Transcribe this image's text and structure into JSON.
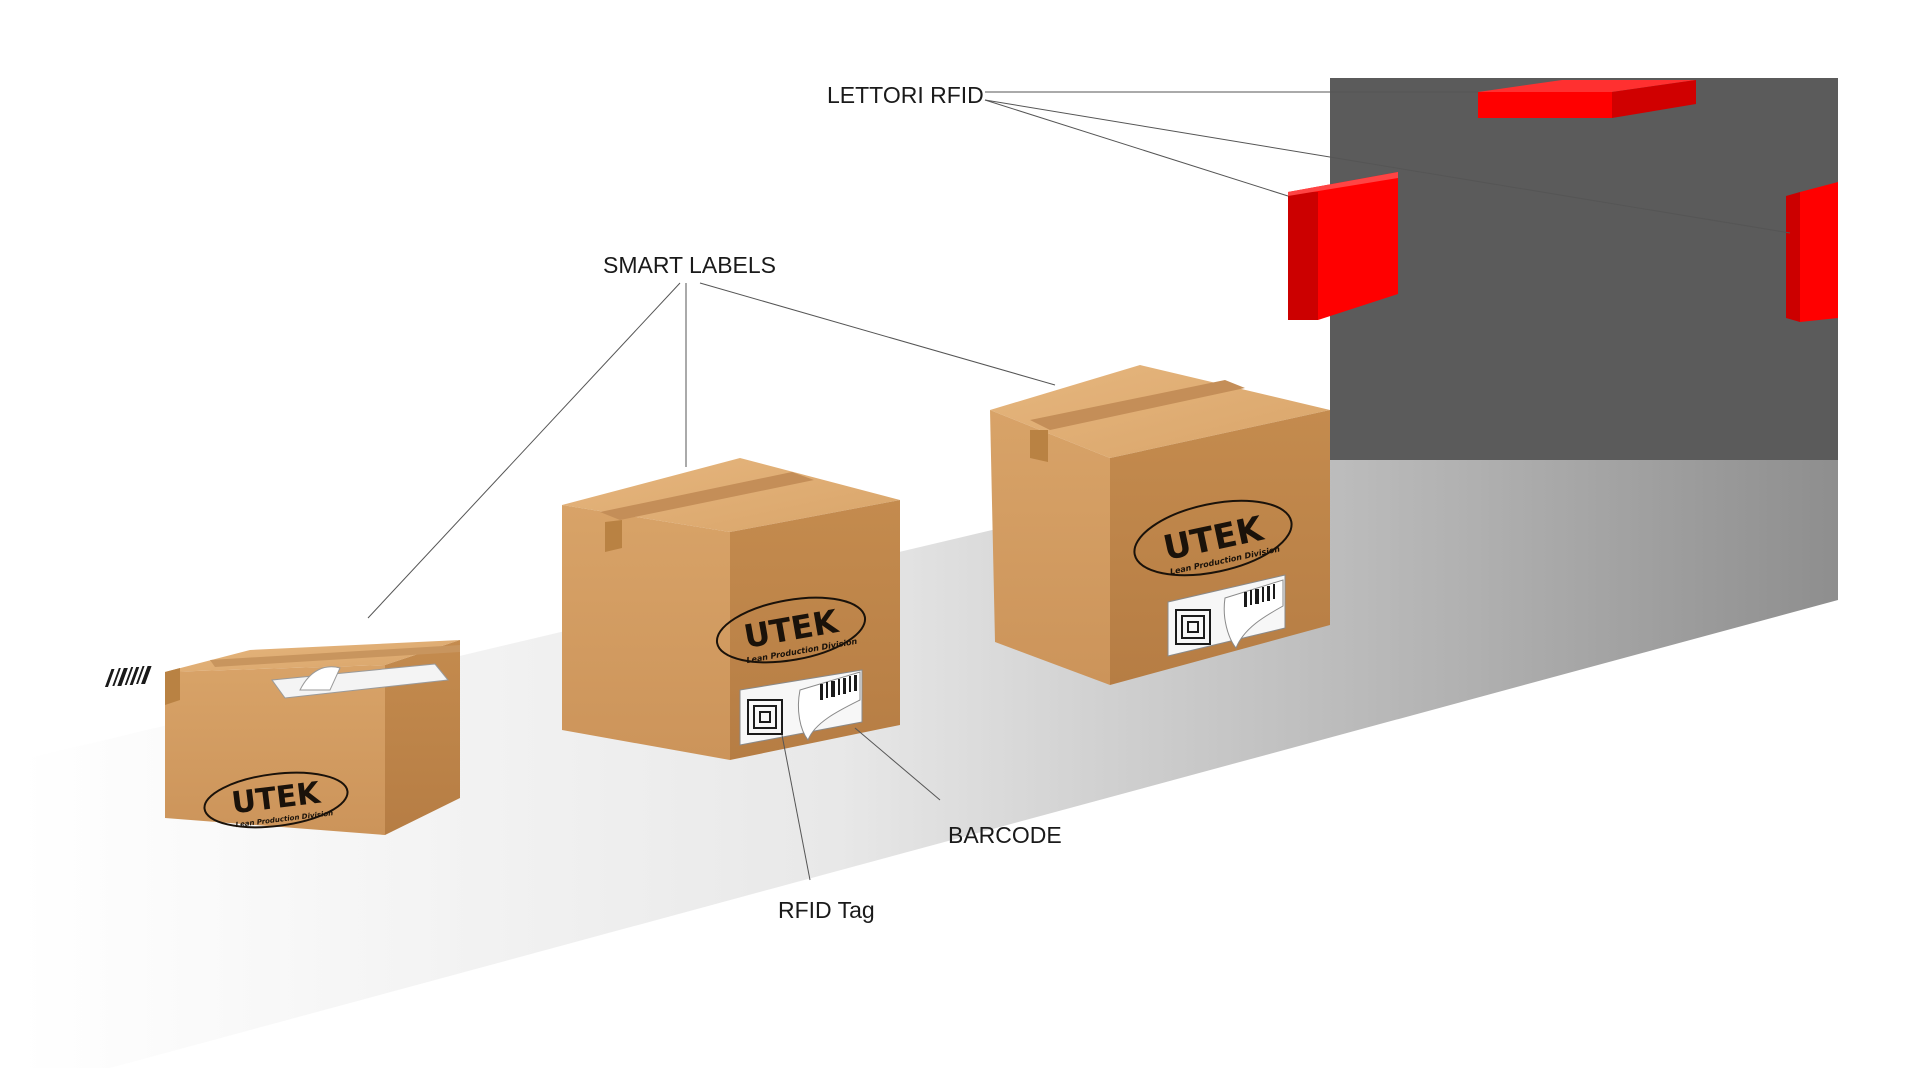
{
  "callouts": {
    "readers": "LETTORI RFID",
    "smart_labels": "SMART LABELS",
    "barcode": "BARCODE",
    "rfid_tag": "RFID Tag"
  },
  "box_logo": {
    "brand": "UTEK",
    "tagline": "Lean Production Division"
  },
  "colors": {
    "reader_red": "#ff0000",
    "gate_gray": "#5b5b5b",
    "box_front": "#d29a60",
    "box_side": "#c08749",
    "box_top": "#dfae74",
    "tape": "#c48e58"
  }
}
